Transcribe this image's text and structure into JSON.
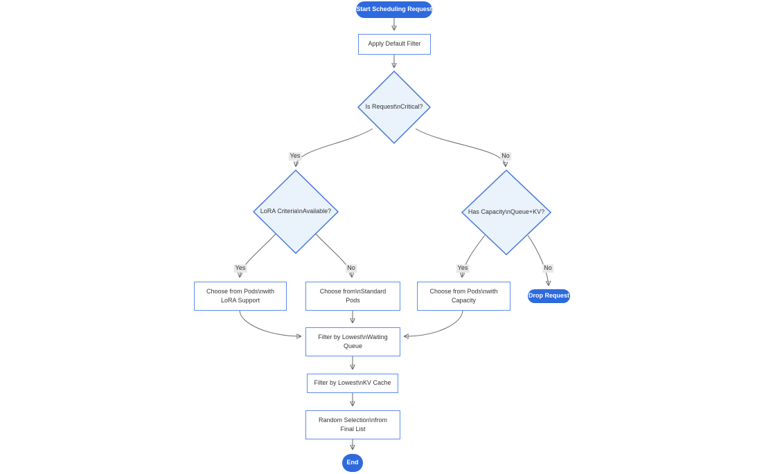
{
  "colors": {
    "pill_fill": "#2e69de",
    "pill_text": "#ffffff",
    "rect_fill": "#ffffff",
    "rect_border": "#5c8bee",
    "diamond_fill": "#eaf2fc",
    "diamond_border": "#4377d6",
    "text": "#333333",
    "edge": "#666666",
    "label_bg": "#e8e8e8"
  },
  "nodes": {
    "start": {
      "lines": [
        "Start Scheduling Request"
      ]
    },
    "apply_default_filter": {
      "lines": [
        "Apply Default Filter"
      ]
    },
    "is_request_critical": {
      "lines": [
        "Is Request\\nCritical?"
      ]
    },
    "lora_criteria_available": {
      "lines": [
        "LoRA Criteria\\nAvailable?"
      ]
    },
    "has_capacity_queue_kv": {
      "lines": [
        "Has Capacity\\nQueue+KV?"
      ]
    },
    "choose_pods_lora": {
      "lines": [
        "Choose from Pods\\nwith",
        "LoRA Support"
      ]
    },
    "choose_standard_pods": {
      "lines": [
        "Choose from\\nStandard",
        "Pods"
      ]
    },
    "choose_pods_capacity": {
      "lines": [
        "Choose from Pods\\nwith",
        "Capacity"
      ]
    },
    "drop_request": {
      "lines": [
        "Drop Request"
      ]
    },
    "filter_waiting_queue": {
      "lines": [
        "Filter by Lowest\\nWaiting",
        "Queue"
      ]
    },
    "filter_kv_cache": {
      "lines": [
        "Filter by Lowest\\nKV Cache"
      ]
    },
    "random_selection": {
      "lines": [
        "Random Selection\\nfrom",
        "Final List"
      ]
    },
    "end": {
      "lines": [
        "End"
      ]
    }
  },
  "edge_labels": {
    "critical_yes": "Yes",
    "critical_no": "No",
    "lora_yes": "Yes",
    "lora_no": "No",
    "capacity_yes": "Yes",
    "capacity_no": "No"
  }
}
